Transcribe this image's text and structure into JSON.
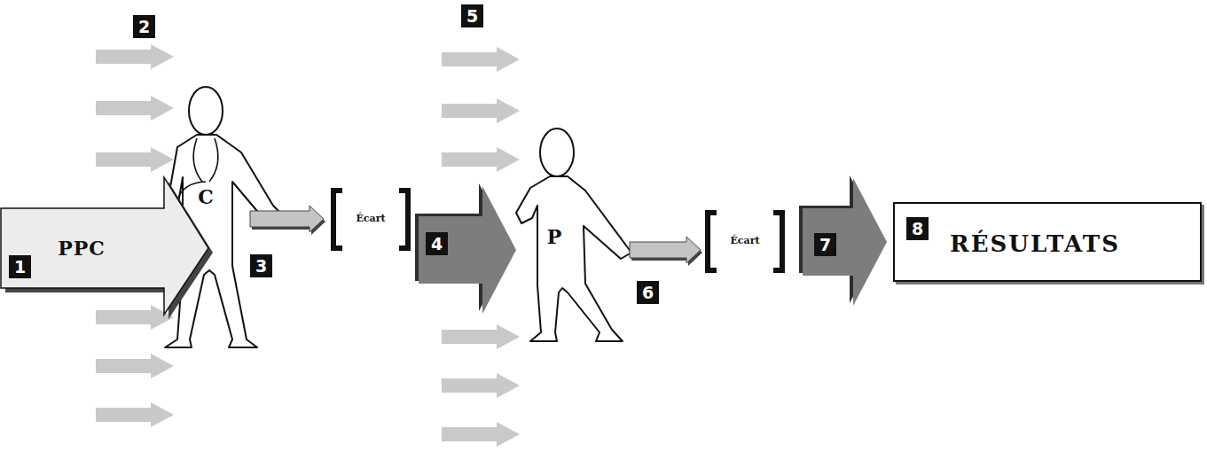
{
  "diagram": {
    "nodes": [
      {
        "text": [
          "PPC"
        ]
      },
      {
        "text": [
          "C"
        ]
      },
      {
        "text": [
          "Écart"
        ]
      },
      {
        "text": [
          "P"
        ]
      },
      {
        "text": [
          "Écart"
        ]
      },
      {
        "text": [
          "RÉSULTATS"
        ]
      }
    ],
    "edges": [
      {
        "from": 1,
        "to": 2,
        "arrow": "to",
        "label": "3"
      },
      {
        "from": 2,
        "to": 3,
        "arrow": "to",
        "label": "4"
      },
      {
        "from": 3,
        "to": 4,
        "arrow": "to",
        "label": "6"
      },
      {
        "from": 4,
        "to": 5,
        "arrow": "to",
        "label": "7"
      }
    ],
    "labels": [
      "1",
      "2",
      "5",
      "8"
    ]
  }
}
